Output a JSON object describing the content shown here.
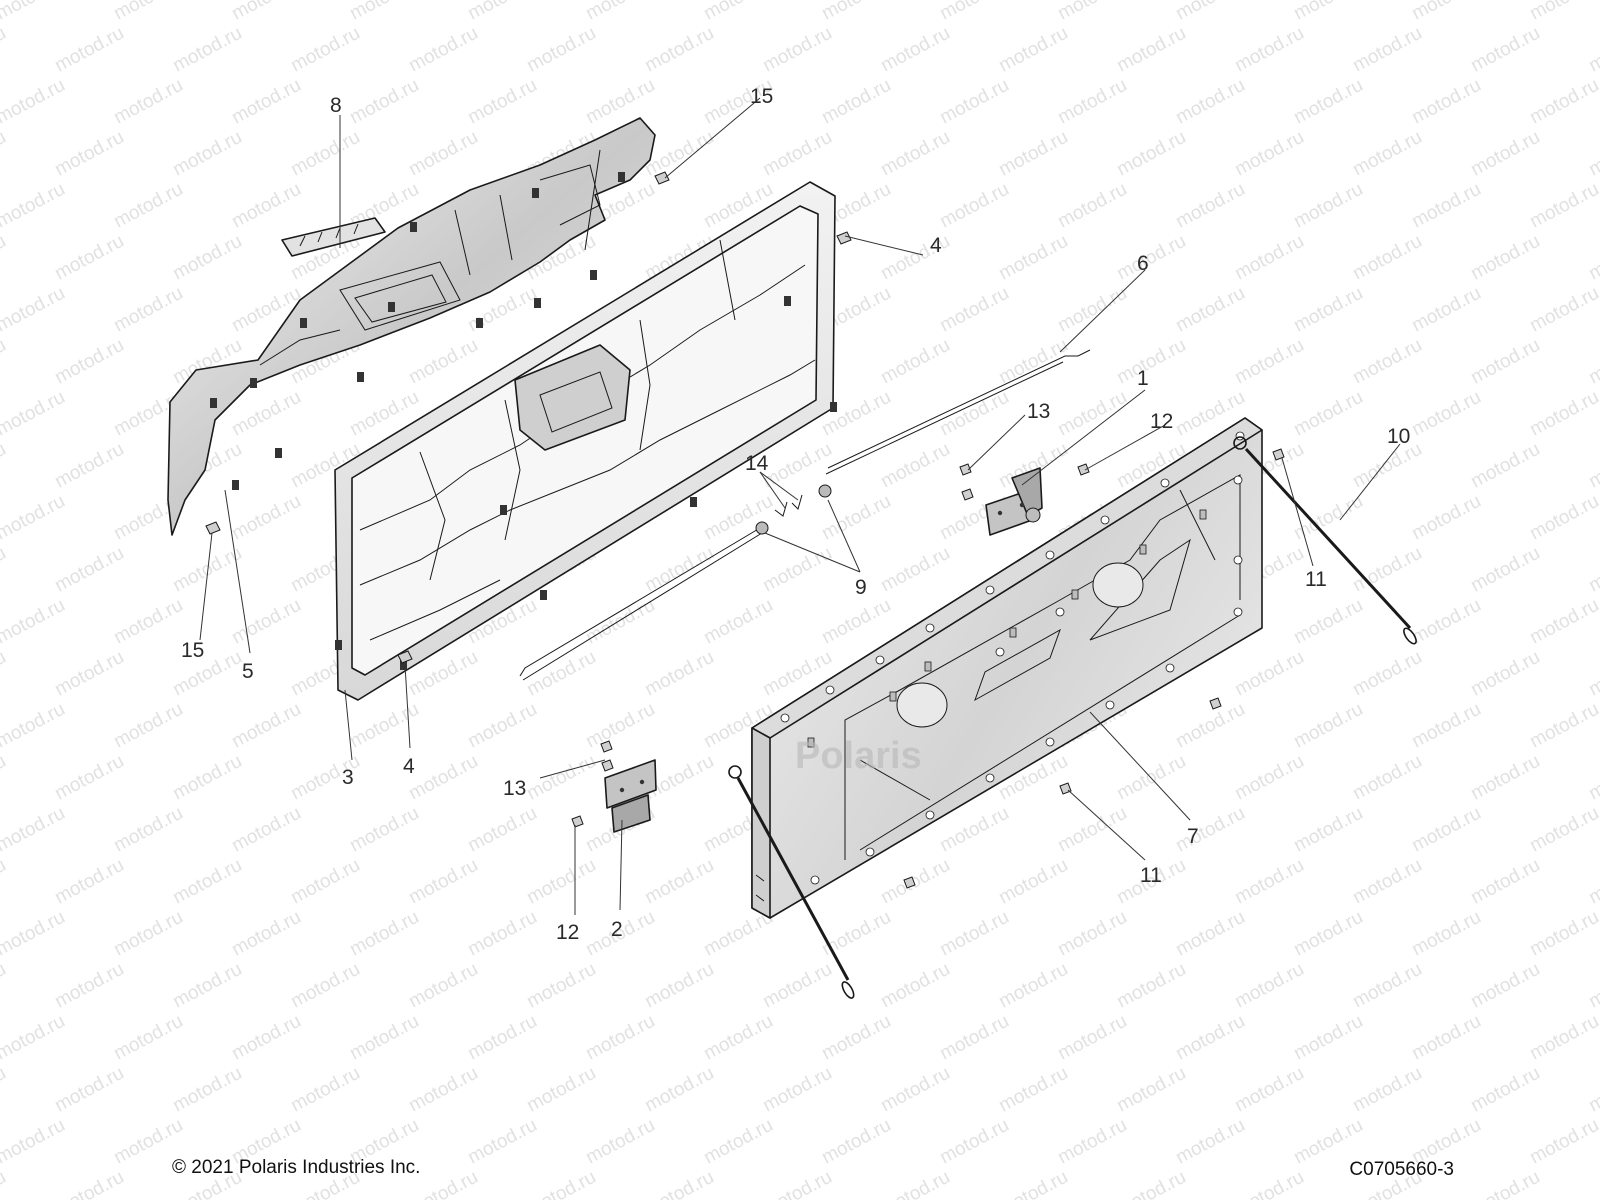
{
  "diagram": {
    "watermark": {
      "text": "motod.ru",
      "logo": "Polaris"
    },
    "callouts": [
      {
        "id": "c1",
        "label": "1"
      },
      {
        "id": "c2",
        "label": "2"
      },
      {
        "id": "c3",
        "label": "3"
      },
      {
        "id": "c4a",
        "label": "4"
      },
      {
        "id": "c4b",
        "label": "4"
      },
      {
        "id": "c5",
        "label": "5"
      },
      {
        "id": "c6",
        "label": "6"
      },
      {
        "id": "c7",
        "label": "7"
      },
      {
        "id": "c8",
        "label": "8"
      },
      {
        "id": "c9",
        "label": "9"
      },
      {
        "id": "c10",
        "label": "10"
      },
      {
        "id": "c11a",
        "label": "11"
      },
      {
        "id": "c11b",
        "label": "11"
      },
      {
        "id": "c12a",
        "label": "12"
      },
      {
        "id": "c12b",
        "label": "12"
      },
      {
        "id": "c13a",
        "label": "13"
      },
      {
        "id": "c13b",
        "label": "13"
      },
      {
        "id": "c14",
        "label": "14"
      },
      {
        "id": "c15a",
        "label": "15"
      },
      {
        "id": "c15b",
        "label": "15"
      }
    ]
  },
  "footer": {
    "copyright": "© 2021 Polaris Industries Inc.",
    "drawing_number": "C0705660-3"
  }
}
